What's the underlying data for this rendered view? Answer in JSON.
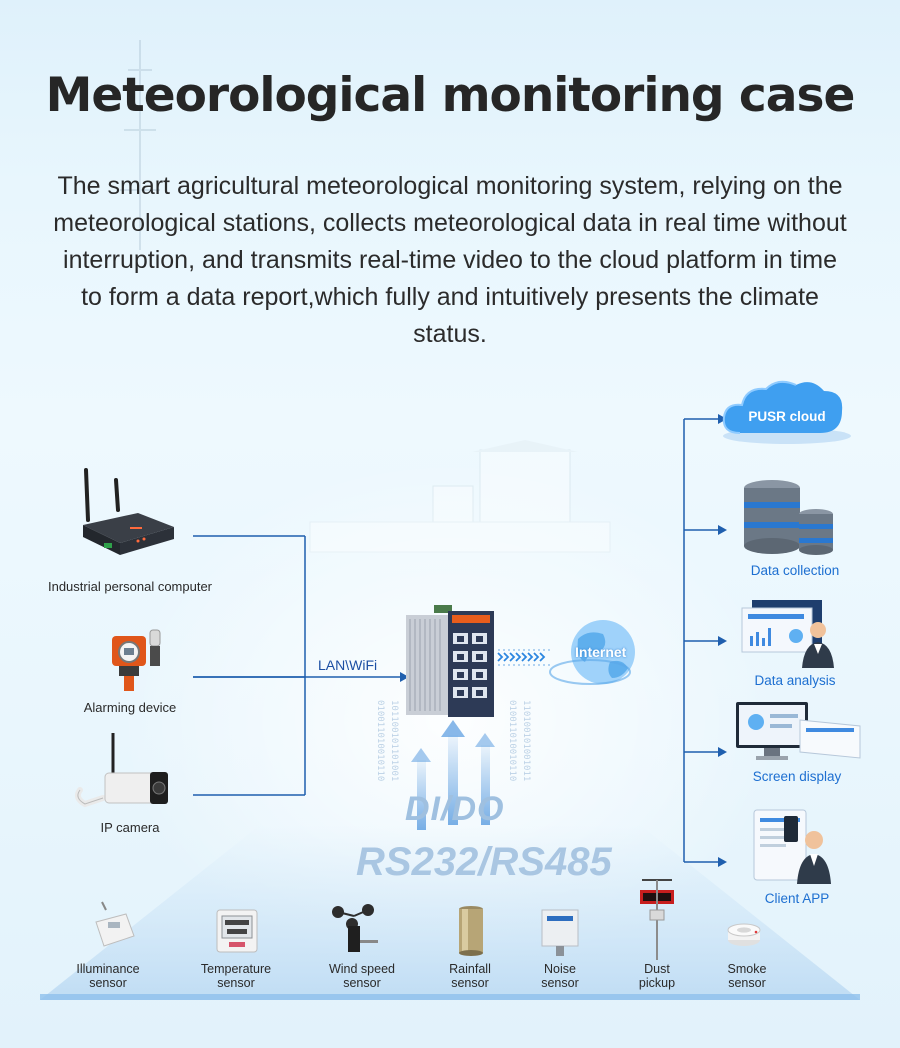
{
  "title": "Meteorological monitoring case",
  "description": "The smart agricultural meteorological monitoring system, relying on the meteorological stations, collects meteorological data in real time without interruption, and transmits real-time video to the cloud platform in time to form a data report,which fully and intuitively presents the climate status.",
  "devices": [
    {
      "label": "Industrial personal computer",
      "icon": "router-icon"
    },
    {
      "label": "Alarming device",
      "icon": "gas-detector-icon"
    },
    {
      "label": "IP camera",
      "icon": "camera-icon"
    }
  ],
  "link_label": "LAN\\WiFi",
  "internet_label": "Internet",
  "protocols": {
    "dido": "DI/DO",
    "serial": "RS232/RS485"
  },
  "outputs": [
    {
      "label": "PUSR cloud",
      "icon": "cloud-icon"
    },
    {
      "label": "Data collection",
      "icon": "database-icon"
    },
    {
      "label": "Data analysis",
      "icon": "analysis-dashboard-icon"
    },
    {
      "label": "Screen display",
      "icon": "monitor-icon"
    },
    {
      "label": "Client APP",
      "icon": "mobile-app-icon"
    }
  ],
  "sensors": [
    {
      "label": "Illuminance\nsensor",
      "icon": "illuminance-sensor-icon"
    },
    {
      "label": "Temperature\nsensor",
      "icon": "temperature-sensor-icon"
    },
    {
      "label": "Wind speed\nsensor",
      "icon": "anemometer-icon"
    },
    {
      "label": "Rainfall\nsensor",
      "icon": "rain-gauge-icon"
    },
    {
      "label": "Noise\nsensor",
      "icon": "noise-sensor-icon"
    },
    {
      "label": "Dust\npickup",
      "icon": "dust-monitor-icon"
    },
    {
      "label": "Smoke\nsensor",
      "icon": "smoke-detector-icon"
    }
  ],
  "colors": {
    "line": "#1f5fae",
    "accent_blue": "#1d6fd1",
    "cloud": "#3f9ff0",
    "switch_orange": "#e85d1c"
  }
}
